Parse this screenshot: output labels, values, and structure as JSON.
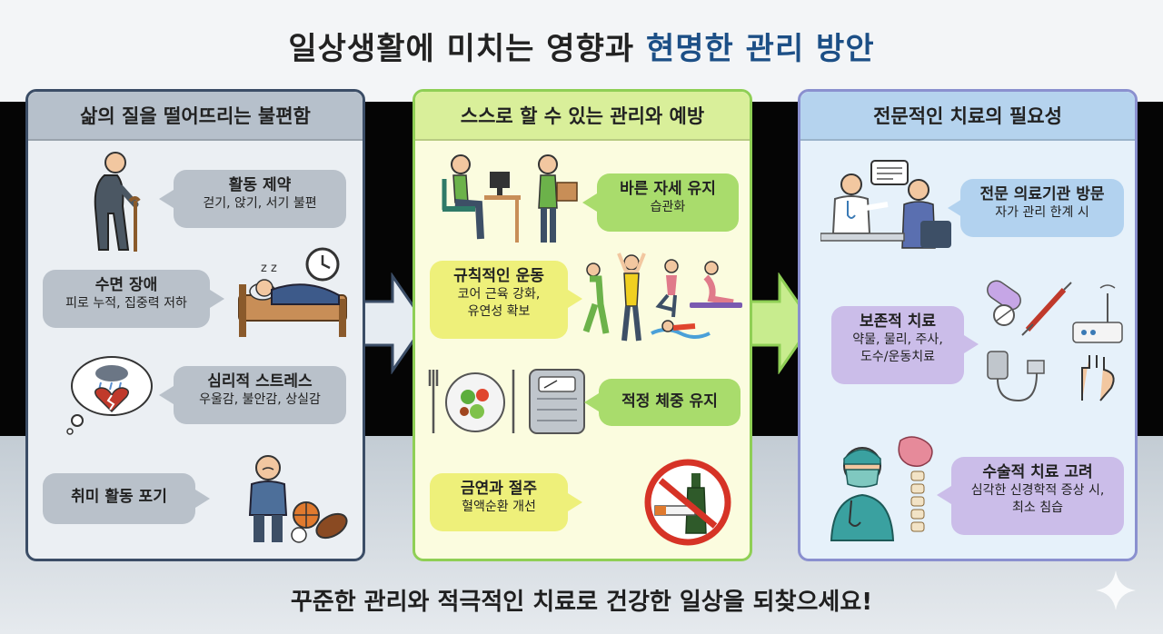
{
  "title_main": "일상생활에 미치는 영향과",
  "title_highlight": "현명한 관리 방안",
  "footer": "꾸준한 관리와 적극적인 치료로 건강한 일상을 되찾으세요!",
  "colors": {
    "highlight": "#1c4f86",
    "panel1": "#3b4d66",
    "panel2": "#8fcf55",
    "panel3": "#8a90cf"
  },
  "panels": [
    {
      "heading": "삶의 질을 떨어뜨리는 불편함",
      "items": [
        {
          "title": "활동 제약",
          "desc": "걷기, 앉기, 서기 불편",
          "icon": "elderly-cane-icon"
        },
        {
          "title": "수면 장애",
          "desc": "피로 누적, 집중력 저하",
          "icon": "sleeping-clock-icon"
        },
        {
          "title": "심리적 스트레스",
          "desc": "우울감, 불안감, 상실감",
          "icon": "broken-heart-cloud-icon"
        },
        {
          "title": "취미 활동 포기",
          "desc": "",
          "icon": "sad-person-balls-icon"
        }
      ]
    },
    {
      "heading": "스스로 할 수 있는 관리와 예방",
      "items": [
        {
          "title": "바른 자세 유지",
          "desc": "습관화",
          "icon": "posture-desk-icon"
        },
        {
          "title": "규칙적인 운동",
          "desc": "코어 근육 강화,",
          "desc2": "유연성 확보",
          "icon": "exercise-people-icon"
        },
        {
          "title": "적정 체중 유지",
          "desc": "",
          "icon": "salad-scale-icon"
        },
        {
          "title": "금연과 절주",
          "desc": "혈액순환 개선",
          "icon": "no-smoking-drinking-icon"
        }
      ]
    },
    {
      "heading": "전문적인 치료의 필요성",
      "items": [
        {
          "title": "전문 의료기관 방문",
          "desc": "자가 관리 한계 시",
          "icon": "doctor-consult-icon"
        },
        {
          "title": "보존적 치료",
          "desc": "약물, 물리, 주사,",
          "desc2": "도수/운동치료",
          "icon": "medical-tools-icon"
        },
        {
          "title": "수술적 치료 고려",
          "desc": "심각한 신경학적 증상 시,",
          "desc2": "최소 침습",
          "icon": "surgeon-spine-icon"
        }
      ]
    }
  ]
}
